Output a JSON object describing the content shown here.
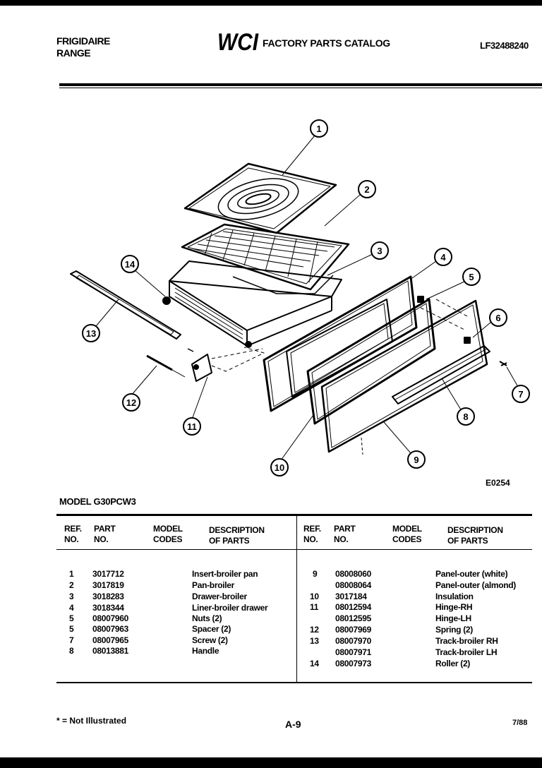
{
  "header": {
    "brand": "FRIGIDAIRE",
    "product": "RANGE",
    "logo_text": "WCI",
    "catalog_title": "FACTORY PARTS CATALOG",
    "catalog_code": "LF32488240"
  },
  "diagram": {
    "code": "E0254",
    "callouts": [
      "1",
      "2",
      "3",
      "4",
      "5",
      "6",
      "7",
      "8",
      "9",
      "10",
      "11",
      "12",
      "13",
      "14"
    ]
  },
  "model_label": "MODEL G30PCW3",
  "columns": {
    "ref": [
      "REF.",
      "NO."
    ],
    "part": [
      "PART",
      "NO."
    ],
    "model": [
      "MODEL",
      "CODES"
    ],
    "desc": [
      "DESCRIPTION",
      "OF PARTS"
    ]
  },
  "left_parts": [
    {
      "ref": "1",
      "part": "3017712",
      "desc": "Insert-broiler pan"
    },
    {
      "ref": "2",
      "part": "3017819",
      "desc": "Pan-broiler"
    },
    {
      "ref": "3",
      "part": "3018283",
      "desc": "Drawer-broiler"
    },
    {
      "ref": "4",
      "part": "3018344",
      "desc": "Liner-broiler drawer"
    },
    {
      "ref": "5",
      "part": "08007960",
      "desc": "Nuts (2)"
    },
    {
      "ref": "5",
      "part": "08007963",
      "desc": "Spacer (2)"
    },
    {
      "ref": "7",
      "part": "08007965",
      "desc": "Screw (2)"
    },
    {
      "ref": "8",
      "part": "08013881",
      "desc": "Handle"
    }
  ],
  "right_parts": [
    {
      "ref": "9",
      "part": "08008060",
      "desc": "Panel-outer (white)"
    },
    {
      "ref": "",
      "part": "08008064",
      "desc": "Panel-outer (almond)"
    },
    {
      "ref": "10",
      "part": "3017184",
      "desc": "Insulation"
    },
    {
      "ref": "11",
      "part": "08012594",
      "desc": "Hinge-RH"
    },
    {
      "ref": "",
      "part": "08012595",
      "desc": "Hinge-LH"
    },
    {
      "ref": "12",
      "part": "08007969",
      "desc": "Spring (2)"
    },
    {
      "ref": "13",
      "part": "08007970",
      "desc": "Track-broiler RH"
    },
    {
      "ref": "",
      "part": "08007971",
      "desc": "Track-broiler LH"
    },
    {
      "ref": "14",
      "part": "08007973",
      "desc": "Roller (2)"
    }
  ],
  "footer": {
    "note": "* = Not Illustrated",
    "page": "A-9",
    "date": "7/88"
  }
}
